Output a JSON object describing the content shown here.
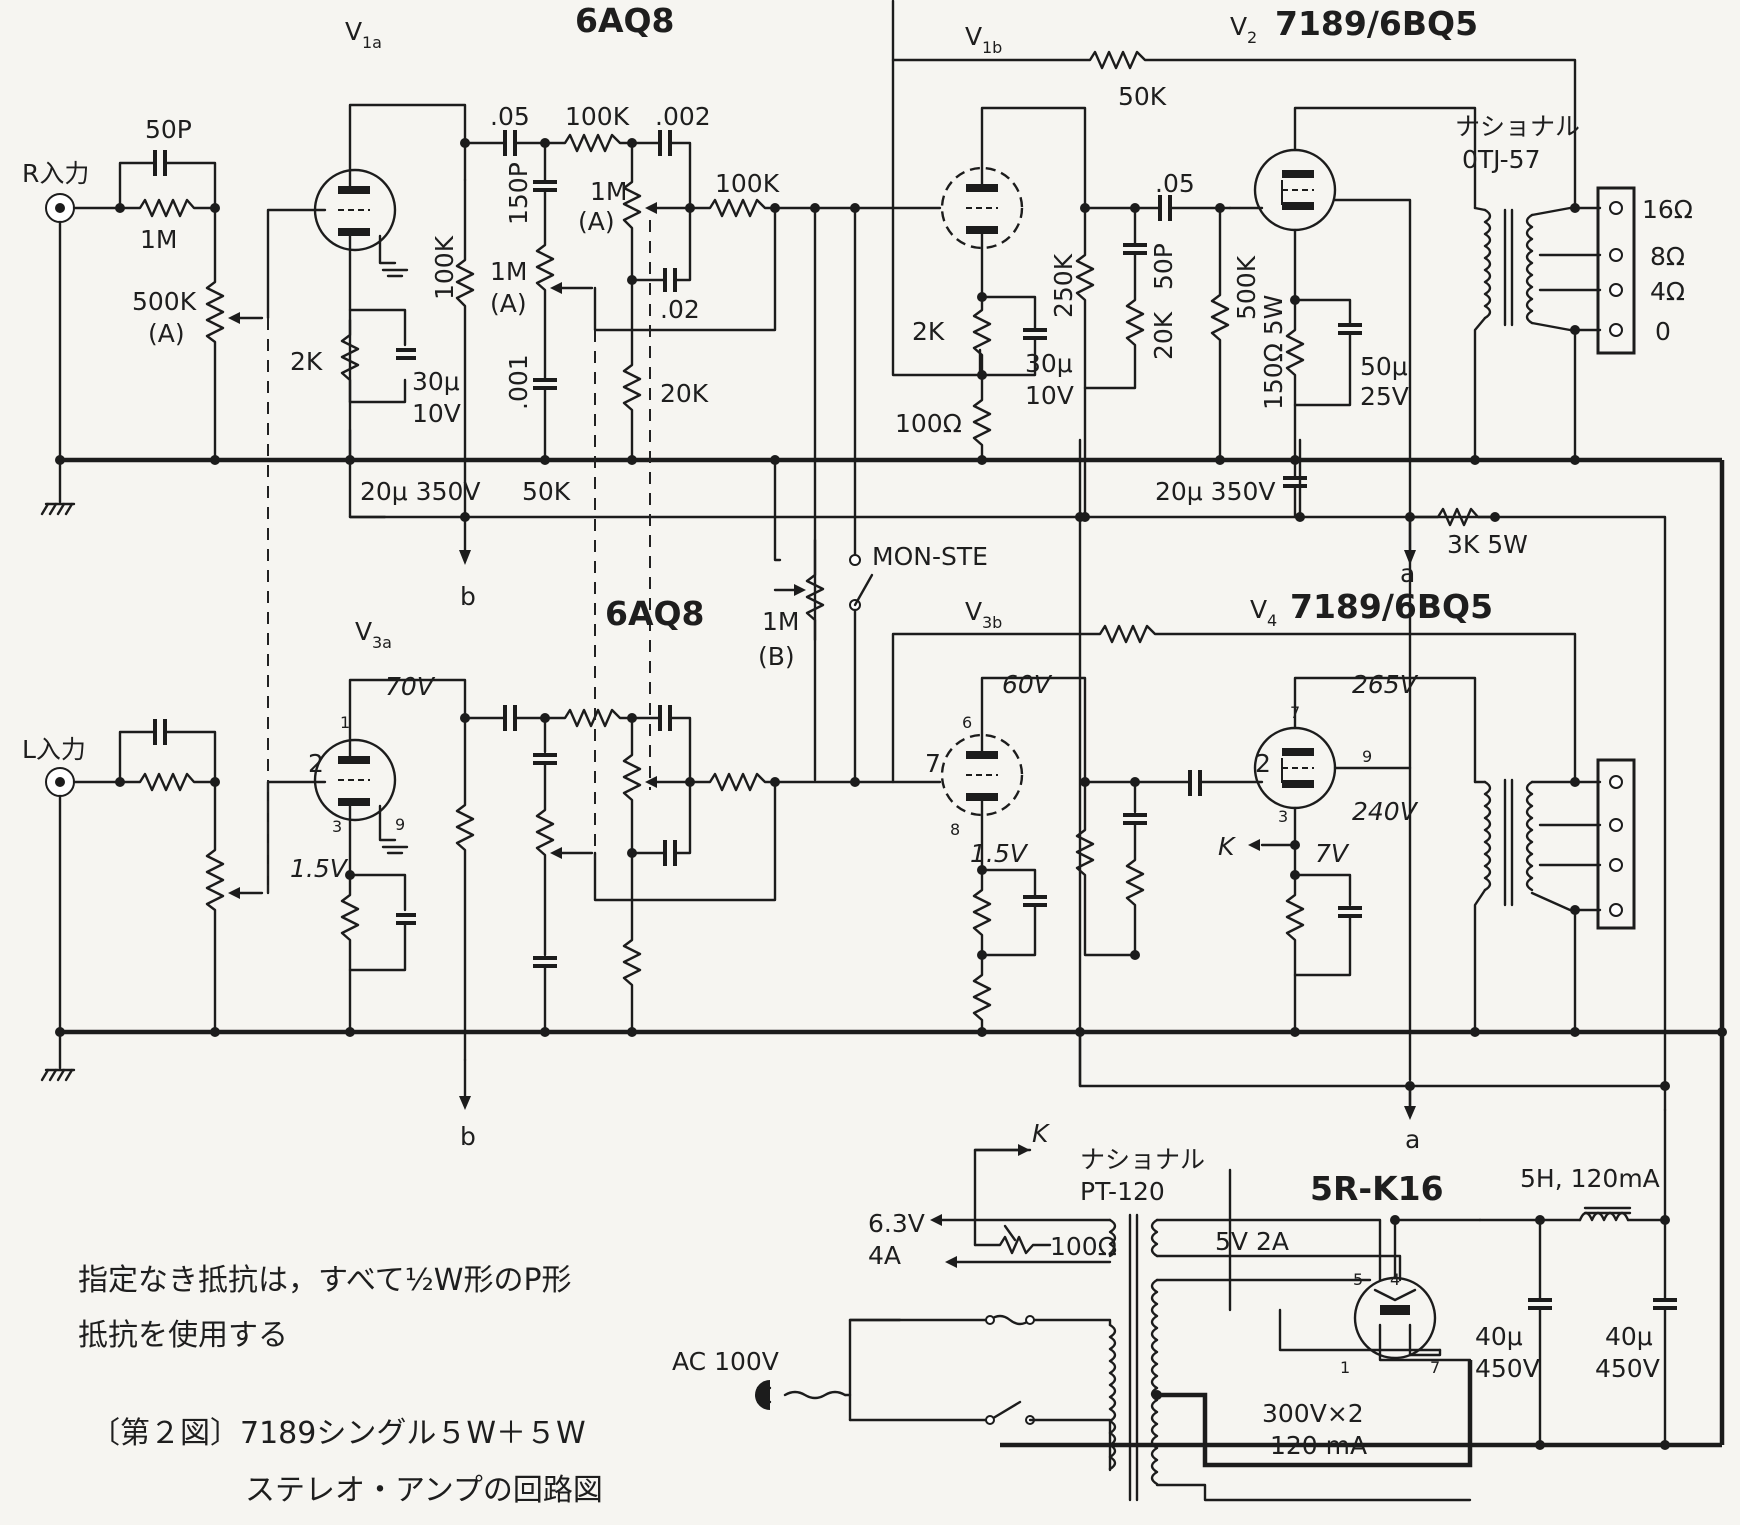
{
  "title_6aq8_top": "6AQ8",
  "title_6aq8_bot": "6AQ8",
  "v1a": "V",
  "v1a_sub": "1a",
  "v1b": "V",
  "v1b_sub": "1b",
  "v2": "V",
  "v2_sub": "2",
  "v2_type": "7189/6BQ5",
  "v3a": "V",
  "v3a_sub": "3a",
  "v3b": "V",
  "v3b_sub": "3b",
  "v4": "V",
  "v4_sub": "4",
  "v4_type": "7189/6BQ5",
  "r_in": "R入力",
  "l_in": "L入力",
  "c50p": "50P",
  "r1m": "1M",
  "r500k": "500K",
  "r500k_a": "(A)",
  "r2k": "2K",
  "c30u": "30μ",
  "c30u_v": "10V",
  "r100k_v": "100K",
  "c05": ".05",
  "r100k_top": "100K",
  "c002": ".002",
  "c150p": "150P",
  "r1ma_1": "1M",
  "r1ma_1a": "(A)",
  "r1ma_2": "1M",
  "r1ma_2a": "(A)",
  "c001": ".001",
  "c02": ".02",
  "r100k_2": "100K",
  "r20k": "20K",
  "c20u_l": "20μ 350V",
  "r50k_dec": "50K",
  "mark_b1": "b",
  "mark_b2": "b",
  "r50k_fb": "50K",
  "r250k": "250K",
  "c05_2": ".05",
  "c50p_2": "50P",
  "r20k_2": "20K",
  "r500k_2": "500K",
  "r2k_2": "2K",
  "c30u_2": "30μ",
  "c30u_2v": "10V",
  "r100ohm": "100Ω",
  "r150": "150Ω 5W",
  "c50u": "50μ",
  "c50u_v": "25V",
  "c20u_r": "20μ 350V",
  "ot_maker": "ナショナル",
  "ot_model": "0TJ-57",
  "tap16": "16Ω",
  "tap8": "8Ω",
  "tap4": "4Ω",
  "tap0": "0",
  "r3k": "3K 5W",
  "mark_a1": "a",
  "mark_a2": "a",
  "mon_ste": "MON-STE",
  "r1mb": "1M",
  "r1mb_b": "(B)",
  "v70": "70V",
  "v15_1": "1.5V",
  "v60": "60V",
  "v15_2": "1.5V",
  "v265": "265V",
  "v240": "240V",
  "v7": "7V",
  "k_mark": "K",
  "k_mark2": "K",
  "pin1": "1",
  "pin2": "2",
  "pin3": "3",
  "pin9": "9",
  "pin6": "6",
  "pin7": "7",
  "pin8": "8",
  "pin7b": "7",
  "pin2b": "2",
  "pin3b": "3",
  "pin9b": "9",
  "pt_maker": "ナショナル",
  "pt_model": "PT-120",
  "rect": "5R-K16",
  "rpin5": "5",
  "rpin4": "4",
  "rpin1": "1",
  "rpin7": "7",
  "h63": "6.3V",
  "h4a": "4A",
  "r100ohm_h": "100Ω",
  "s5v": "5V 2A",
  "s300": "300V×2",
  "s120": "120 mA",
  "choke": "5H, 120mA",
  "c40a": "40μ",
  "c40a_v": "450V",
  "c40b": "40μ",
  "c40b_v": "450V",
  "ac": "AC 100V",
  "note1": "指定なき抵抗は，すべて½W形のP形",
  "note2": "抵抗を使用する",
  "caption1": "〔第２図〕7189シングル５W＋５W",
  "caption2": "ステレオ・アンプの回路図"
}
